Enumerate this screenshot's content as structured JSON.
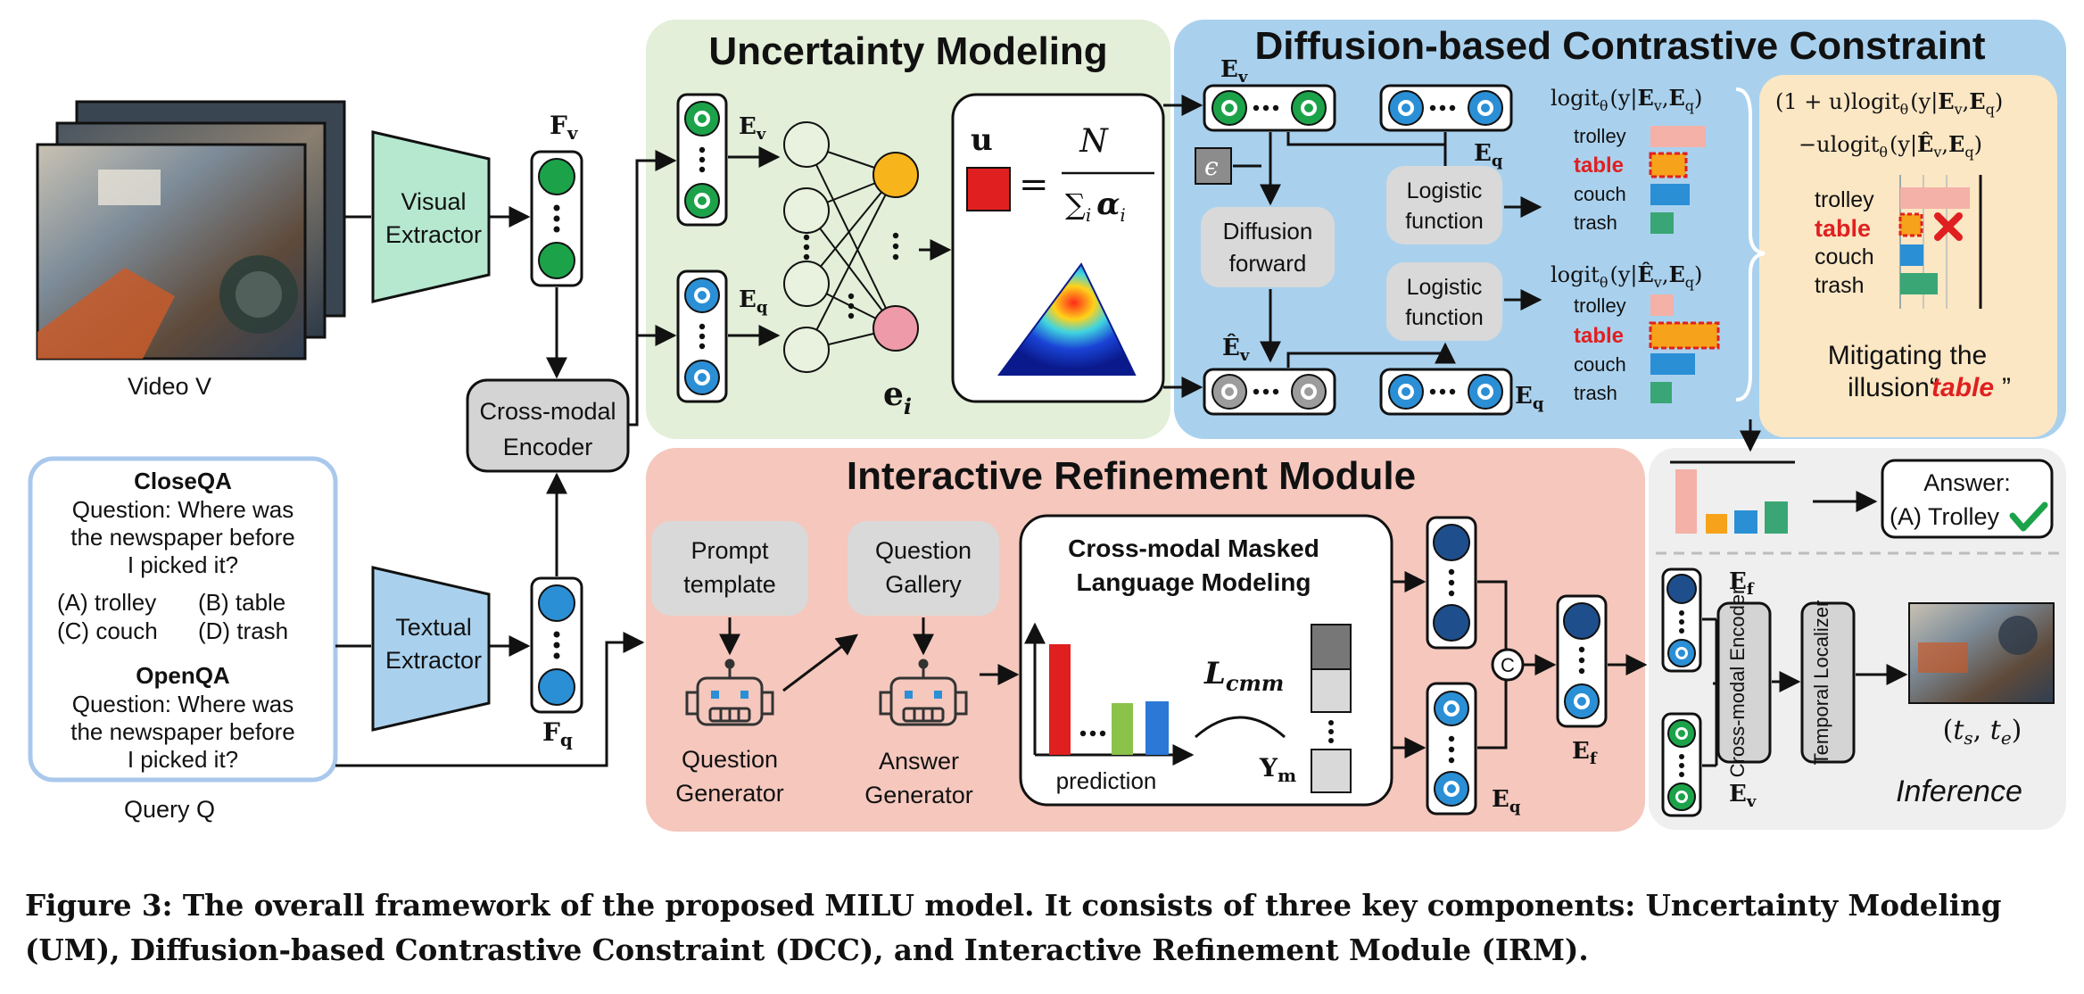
{
  "figure": {
    "caption": "Figure 3: The overall framework of the proposed MILU model. It consists of three key components: Uncertainty Modeling (UM), Diffusion-based Contrastive Constraint (DCC), and Interactive Refinement Module (IRM).",
    "video_label": "Video V",
    "query_label": "Query Q",
    "fv": "F",
    "fv_sub": "v",
    "fq": "F",
    "fq_sub": "q",
    "visual_extractor": [
      "Visual",
      "Extractor"
    ],
    "textual_extractor": [
      "Textual",
      "Extractor"
    ],
    "cross_modal_encoder": [
      "Cross-modal",
      "Encoder"
    ],
    "query_box": {
      "closeqa_title": "CloseQA",
      "closeqa_question": [
        "Question: Where was",
        "the newspaper before",
        "I picked it?"
      ],
      "options": [
        "(A) trolley",
        "(B) table",
        "(C) couch",
        "(D) trash"
      ],
      "openqa_title": "OpenQA",
      "openqa_question": [
        "Question: Where was",
        "the newspaper before",
        "I picked it?"
      ]
    },
    "um": {
      "title": "Uncertainty Modeling",
      "ev": "E",
      "ev_sub": "v",
      "eq": "E",
      "eq_sub": "q",
      "u": "u",
      "equals": "=",
      "N": "N",
      "denom": "∑",
      "denom_sub": "i",
      "alpha": "α",
      "alpha_sub": "i",
      "ei": "e",
      "ei_sub": "i"
    },
    "dcc": {
      "title": "Diffusion-based Contrastive Constraint",
      "ev": "E",
      "ev_sub": "v",
      "eq": "E",
      "eq_sub": "q",
      "ev_hat": "Ê",
      "ev_hat_sub": "v",
      "epsilon": "ϵ",
      "diffusion_forward": [
        "Diffusion",
        "forward"
      ],
      "logistic_function": [
        "Logistic",
        "function"
      ],
      "logit_top": "logit",
      "logit_top_args": "(y|E",
      "logit_bottom": "logit",
      "options": [
        "trolley",
        "table",
        "couch",
        "trash"
      ],
      "formula_line1": "(1 + u)logit",
      "formula_line2": "−ulogit",
      "mitigating": [
        "Mitigating the",
        "illusion“"
      ],
      "illusion_word": "table",
      "close_quote": "”"
    },
    "irm": {
      "title": "Interactive Refinement Module",
      "prompt_template": [
        "Prompt",
        "template"
      ],
      "question_gallery": [
        "Question",
        "Gallery"
      ],
      "question_generator": [
        "Question",
        "Generator"
      ],
      "answer_generator": [
        "Answer",
        "Generator"
      ],
      "cmlm": [
        "Cross-modal Masked",
        "Language Modeling"
      ],
      "lcmm": "L",
      "lcmm_sub": "cmm",
      "ym": "Y",
      "ym_sub": "m",
      "prediction": "prediction",
      "concat": "C",
      "ef": "E",
      "ef_sub": "f",
      "eq": "E",
      "eq_sub": "q"
    },
    "inference": {
      "answer_title": "Answer:",
      "answer_value": "(A) Trolley",
      "cross_modal_encoder": "Cross-modal Encoder",
      "temporal_localizer": "Temporal Localizer",
      "output": "(t",
      "label": "Inference",
      "ef": "E",
      "ef_sub": "f",
      "ev": "E",
      "ev_sub": "v"
    }
  },
  "colors": {
    "um_bg": "#e3efd9",
    "dcc_bg": "#a9d1ee",
    "irm_bg": "#f5c7bd",
    "inference_bg": "#eeeeee",
    "mitigate_bg": "#fbe7c4",
    "green_node": "#1ca34a",
    "blue_node": "#2b8fd6",
    "navy_node": "#1f4e8c",
    "extractor": "#b5e8cf",
    "textual_extractor": "#a9d1ee",
    "bar_trolley": "#f4b1a8",
    "bar_table": "#f7a21b",
    "bar_couch": "#2b8fd6",
    "bar_trash": "#3aa675",
    "red": "#e02020"
  }
}
